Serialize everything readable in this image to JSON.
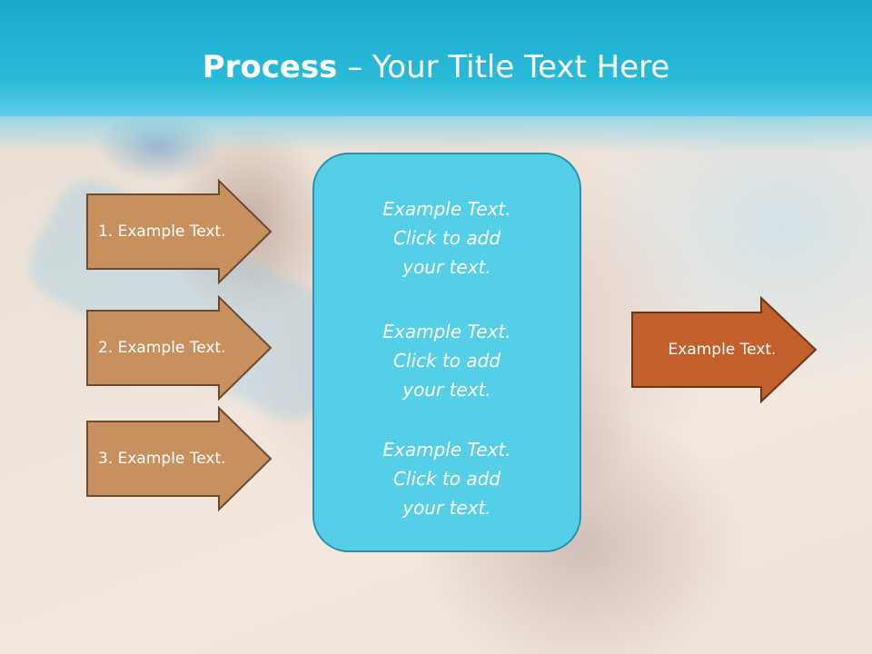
{
  "slide": {
    "title_bold": "Process",
    "title_rest": " – Your Title Text Here",
    "left_arrows": [
      {
        "label": "1. Example Text."
      },
      {
        "label": "2. Example Text."
      },
      {
        "label": "3. Example Text."
      }
    ],
    "center_box": {
      "paragraphs": [
        {
          "line1": "Example Text.",
          "line2": "Click  to add",
          "line3": "your text."
        },
        {
          "line1": "Example Text.",
          "line2": "Click  to add",
          "line3": "your text."
        },
        {
          "line1": "Example Text.",
          "line2": "Click  to add",
          "line3": "your text."
        }
      ]
    },
    "right_arrow": {
      "label": "Example Text."
    }
  },
  "colors": {
    "title_band": "#2bbbd9",
    "left_arrow_fill": "#c88f5f",
    "left_arrow_stroke": "#6b4a2e",
    "center_box_fill": "#55cfe8",
    "center_box_stroke": "#2d8fa8",
    "right_arrow_fill": "#c35f2c",
    "right_arrow_stroke": "#6e3418"
  }
}
